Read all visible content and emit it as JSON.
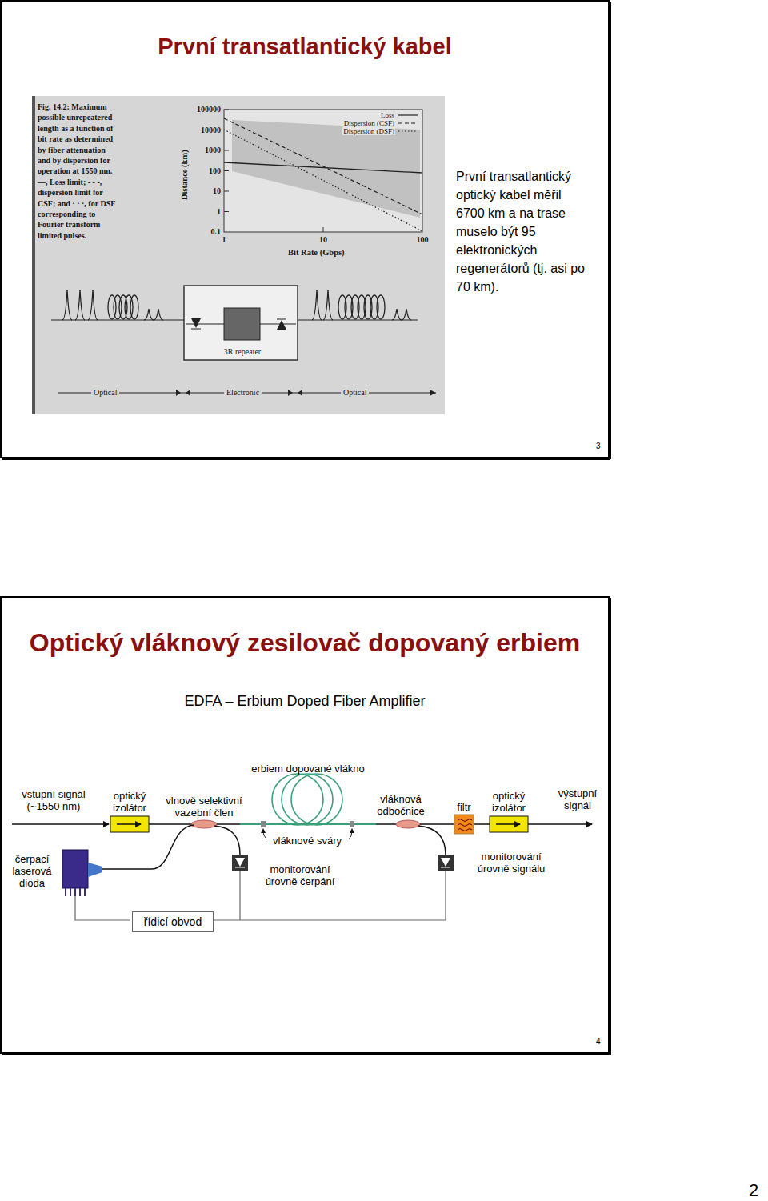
{
  "diagram": {
    "nodes": [
      {
        "text": [
          "První transatlantický kabel"
        ]
      },
      {
        "text": [
          "3R repeater"
        ],
        "in": 0
      },
      {
        "text": [
          "Optický vláknový zesilovač dopovaný erbiem",
          "EDFA – Erbium Doped Fiber Amplifier"
        ]
      },
      {
        "text": [
          "řídicí obvod"
        ],
        "in": 2
      }
    ],
    "labels": [
      "První transatlantický optický kabel měřil 6700 km a na trase muselo být 95 elektronických regenerátorů (tj. asi po 70 km).",
      "3",
      "Fig. 14.2: Maximum possible unrepeatered length as a function of bit rate as determined by fiber attenuation and by dispersion for operation at 1550 nm. —, Loss limit; - - -, dispersion limit for CSF; and · · ·, for DSF corresponding to Fourier transform limited pulses.",
      "Distance (km)",
      "100000",
      "10000",
      "1000",
      "100",
      "10",
      "1",
      "0.1",
      "1",
      "10",
      "100",
      "Bit Rate (Gbps)",
      "Optical",
      "Electronic",
      "Optical",
      "erbiem dopované vlákno",
      "vstupní signál (~1550 nm)",
      "optický izolátor",
      "vlnově selektivní vazební člen",
      "vláknové sváry",
      "vláknová odbočnice",
      "filtr",
      "optický izolátor",
      "výstupní signál",
      "čerpací laserová dioda",
      "monitorování úrovně čerpání",
      "monitorování úrovně signálu",
      "4",
      "2"
    ],
    "legend": [
      {
        "text": "Loss"
      },
      {
        "text": "Dispersion (CSF)"
      },
      {
        "text": "Dispersion (DSF)"
      }
    ]
  }
}
